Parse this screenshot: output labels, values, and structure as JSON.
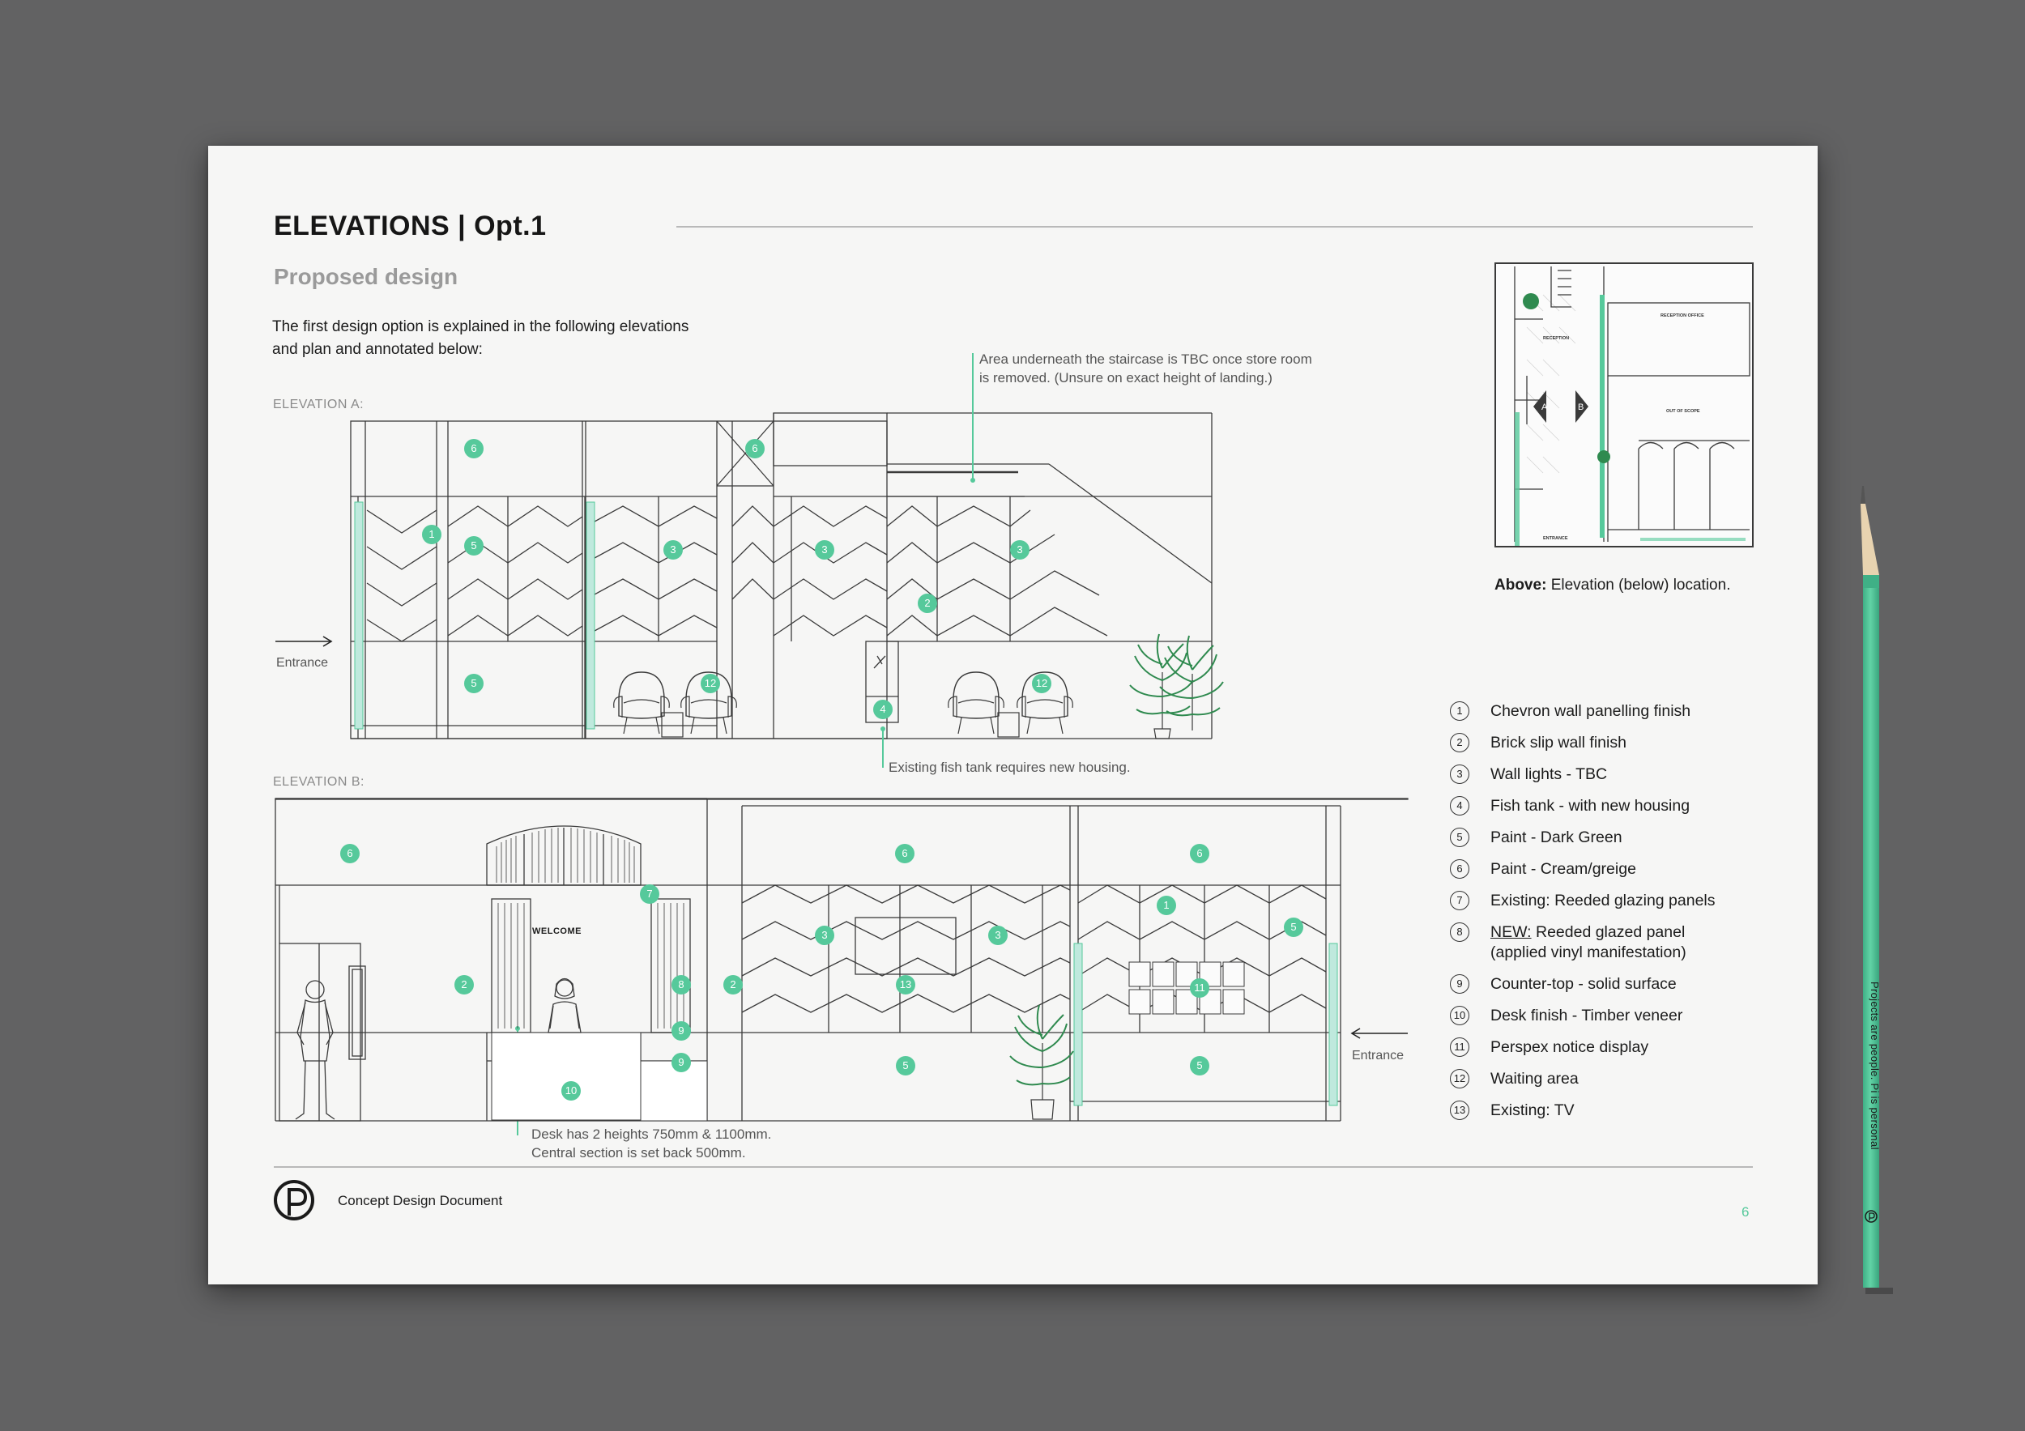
{
  "header": {
    "title": "ELEVATIONS | Opt.1",
    "subtitle": "Proposed design",
    "intro": "The first design option is explained in the following elevations and plan and annotated below:"
  },
  "elevation_a": {
    "label": "ELEVATION A:",
    "entrance_label": "Entrance",
    "staircase_note_line1": "Area underneath the staircase is TBC once store room",
    "staircase_note_line2": "is removed. (Unsure on exact height of landing.)",
    "fishtank_note": "Existing fish tank requires new housing.",
    "markers": [
      "6",
      "6",
      "1",
      "5",
      "3",
      "3",
      "3",
      "2",
      "5",
      "12",
      "12",
      "4"
    ]
  },
  "elevation_b": {
    "label": "ELEVATION B:",
    "entrance_label": "Entrance",
    "welcome_sign": "WELCOME",
    "desk_note_line1": "Desk has 2 heights 750mm & 1100mm.",
    "desk_note_line2": "Central section is set back 500mm.",
    "markers": [
      "6",
      "6",
      "6",
      "7",
      "2",
      "8",
      "2",
      "3",
      "3",
      "13",
      "1",
      "5",
      "11",
      "9",
      "9",
      "10",
      "5",
      "5"
    ]
  },
  "plan": {
    "caption_bold": "Above:",
    "caption_rest": "Elevation (below) location.",
    "labels": [
      "RECEPTION",
      "RECEPTION OFFICE",
      "OUT OF SCOPE",
      "ENTRANCE",
      "A",
      "B"
    ]
  },
  "legend": [
    {
      "num": "1",
      "text": "Chevron wall panelling finish"
    },
    {
      "num": "2",
      "text": "Brick slip wall finish"
    },
    {
      "num": "3",
      "text": "Wall lights - TBC"
    },
    {
      "num": "4",
      "text": "Fish tank - with new housing"
    },
    {
      "num": "5",
      "text": "Paint - Dark Green"
    },
    {
      "num": "6",
      "text": "Paint - Cream/greige"
    },
    {
      "num": "7",
      "text": "Existing: Reeded glazing panels"
    },
    {
      "num": "8",
      "prefix": "NEW:",
      "text": " Reeded glazed panel",
      "text2": "(applied vinyl manifestation)"
    },
    {
      "num": "9",
      "text": "Counter-top - solid surface"
    },
    {
      "num": "10",
      "text": "Desk finish - Timber veneer"
    },
    {
      "num": "11",
      "text": "Perspex notice display"
    },
    {
      "num": "12",
      "text": "Waiting area"
    },
    {
      "num": "13",
      "text": "Existing: TV"
    }
  ],
  "footer": {
    "doc_title": "Concept Design Document",
    "page_number": "6"
  },
  "pencil": {
    "text": "Projects are people. Pi is personal"
  },
  "colors": {
    "accent": "#56c99b",
    "background": "#626263",
    "paper": "#f6f6f5",
    "line": "#3a3a3a"
  }
}
